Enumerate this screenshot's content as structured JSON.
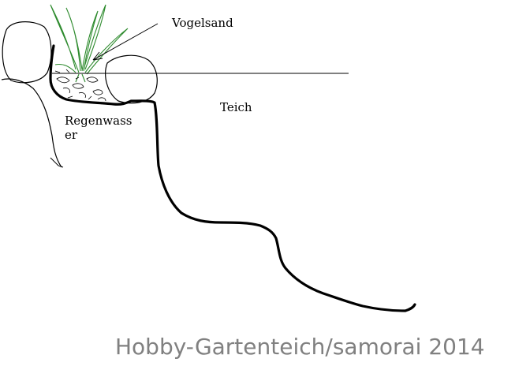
{
  "labels": {
    "bird_sand": "Vogelsand",
    "pond": "Teich",
    "rainwater_line1": "Regenwass",
    "rainwater_line2": "er"
  },
  "watermark": "Hobby-Gartenteich/samorai 2014",
  "colors": {
    "ink": "#000000",
    "plant": "#2e8b2e",
    "watermark": "#808080"
  }
}
